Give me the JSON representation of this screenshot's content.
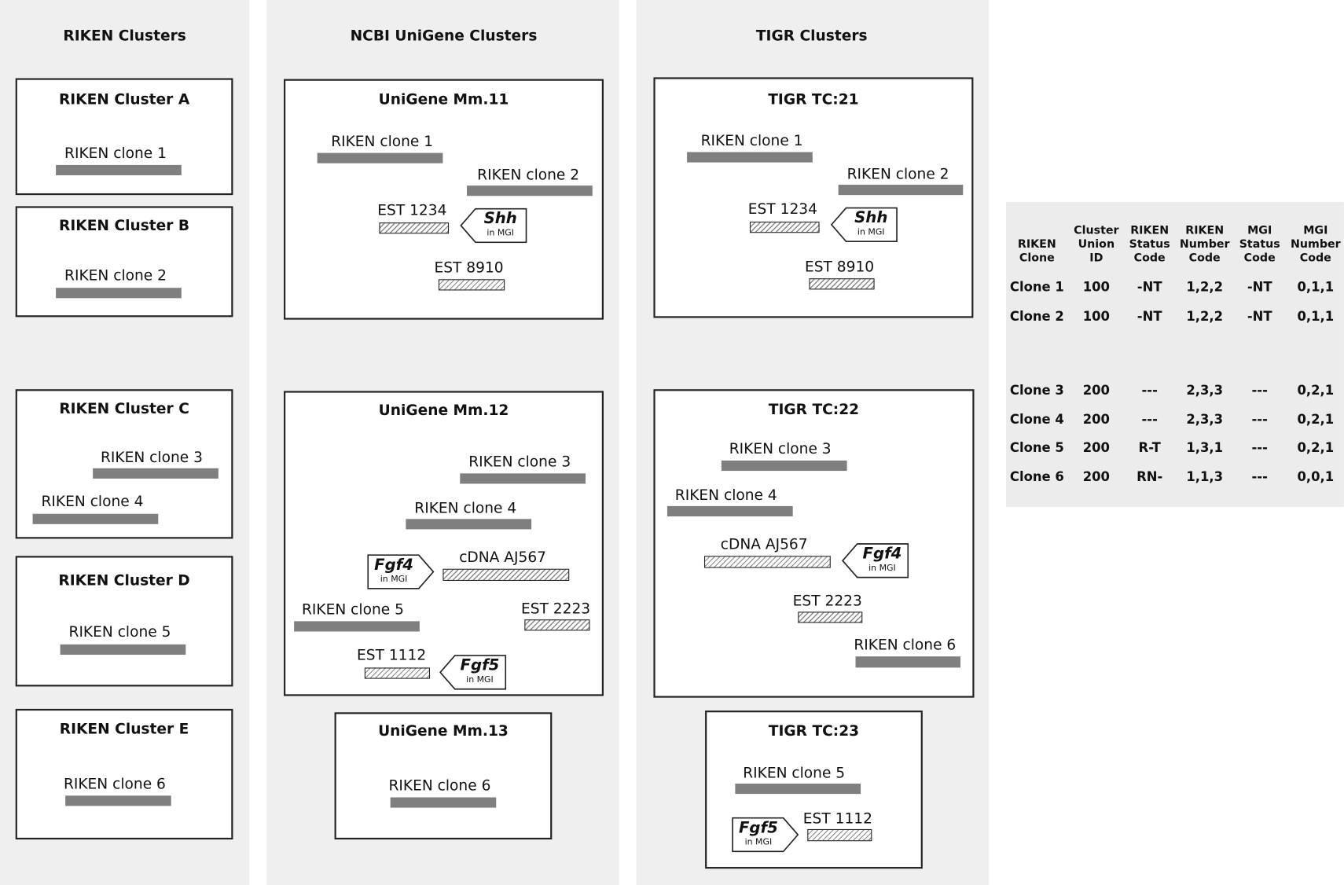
{
  "columns": {
    "riken": "RIKEN Clusters",
    "unigene": "NCBI UniGene Clusters",
    "tigr": "TIGR Clusters"
  },
  "riken_clusters": [
    {
      "title": "RIKEN Cluster A",
      "items": [
        "RIKEN clone 1"
      ]
    },
    {
      "title": "RIKEN Cluster B",
      "items": [
        "RIKEN clone 2"
      ]
    },
    {
      "title": "RIKEN Cluster C",
      "items": [
        "RIKEN clone 3",
        "RIKEN clone 4"
      ]
    },
    {
      "title": "RIKEN Cluster D",
      "items": [
        "RIKEN clone 5"
      ]
    },
    {
      "title": "RIKEN Cluster E",
      "items": [
        "RIKEN clone 6"
      ]
    }
  ],
  "unigene_clusters": [
    {
      "title": "UniGene Mm.11",
      "items": [
        "RIKEN clone 1",
        "RIKEN clone 2",
        "EST 1234",
        "EST 8910"
      ],
      "tags": [
        {
          "gene": "Shh",
          "source": "in MGI"
        }
      ]
    },
    {
      "title": "UniGene Mm.12",
      "items": [
        "RIKEN clone 3",
        "RIKEN clone 4",
        "cDNA AJ567",
        "RIKEN clone 5",
        "EST 2223",
        "EST 1112"
      ],
      "tags": [
        {
          "gene": "Fgf4",
          "source": "in MGI"
        },
        {
          "gene": "Fgf5",
          "source": "in MGI"
        }
      ]
    },
    {
      "title": "UniGene Mm.13",
      "items": [
        "RIKEN clone 6"
      ]
    }
  ],
  "tigr_clusters": [
    {
      "title": "TIGR TC:21",
      "items": [
        "RIKEN clone 1",
        "RIKEN clone 2",
        "EST 1234",
        "EST 8910"
      ],
      "tags": [
        {
          "gene": "Shh",
          "source": "in MGI"
        }
      ]
    },
    {
      "title": "TIGR TC:22",
      "items": [
        "RIKEN clone 3",
        "RIKEN clone 4",
        "cDNA AJ567",
        "EST 2223",
        "RIKEN clone 6"
      ],
      "tags": [
        {
          "gene": "Fgf4",
          "source": "in MGI"
        }
      ]
    },
    {
      "title": "TIGR TC:23",
      "items": [
        "RIKEN clone 5",
        "EST 1112"
      ],
      "tags": [
        {
          "gene": "Fgf5",
          "source": "in MGI"
        }
      ]
    }
  ],
  "legend_styles": {
    "riken_clone_bar": "#7f7f7f",
    "other_sequence": "hatched",
    "mgi_gene_tag": "pentagon-arrow"
  },
  "table": {
    "headers": [
      [
        "RIKEN",
        "Clone"
      ],
      [
        "Cluster",
        "Union",
        "ID"
      ],
      [
        "RIKEN",
        "Status",
        "Code"
      ],
      [
        "RIKEN",
        "Number",
        "Code"
      ],
      [
        "MGI",
        "Status",
        "Code"
      ],
      [
        "MGI",
        "Number",
        "Code"
      ]
    ],
    "rows": [
      [
        "Clone 1",
        "100",
        "-NT",
        "1,2,2",
        "-NT",
        "0,1,1"
      ],
      [
        "Clone 2",
        "100",
        "-NT",
        "1,2,2",
        "-NT",
        "0,1,1"
      ],
      [
        "Clone 3",
        "200",
        "---",
        "2,3,3",
        "---",
        "0,2,1"
      ],
      [
        "Clone 4",
        "200",
        "---",
        "2,3,3",
        "---",
        "0,2,1"
      ],
      [
        "Clone 5",
        "200",
        "R-T",
        "1,3,1",
        "---",
        "0,2,1"
      ],
      [
        "Clone 6",
        "200",
        "RN-",
        "1,1,3",
        "---",
        "0,0,1"
      ]
    ]
  }
}
